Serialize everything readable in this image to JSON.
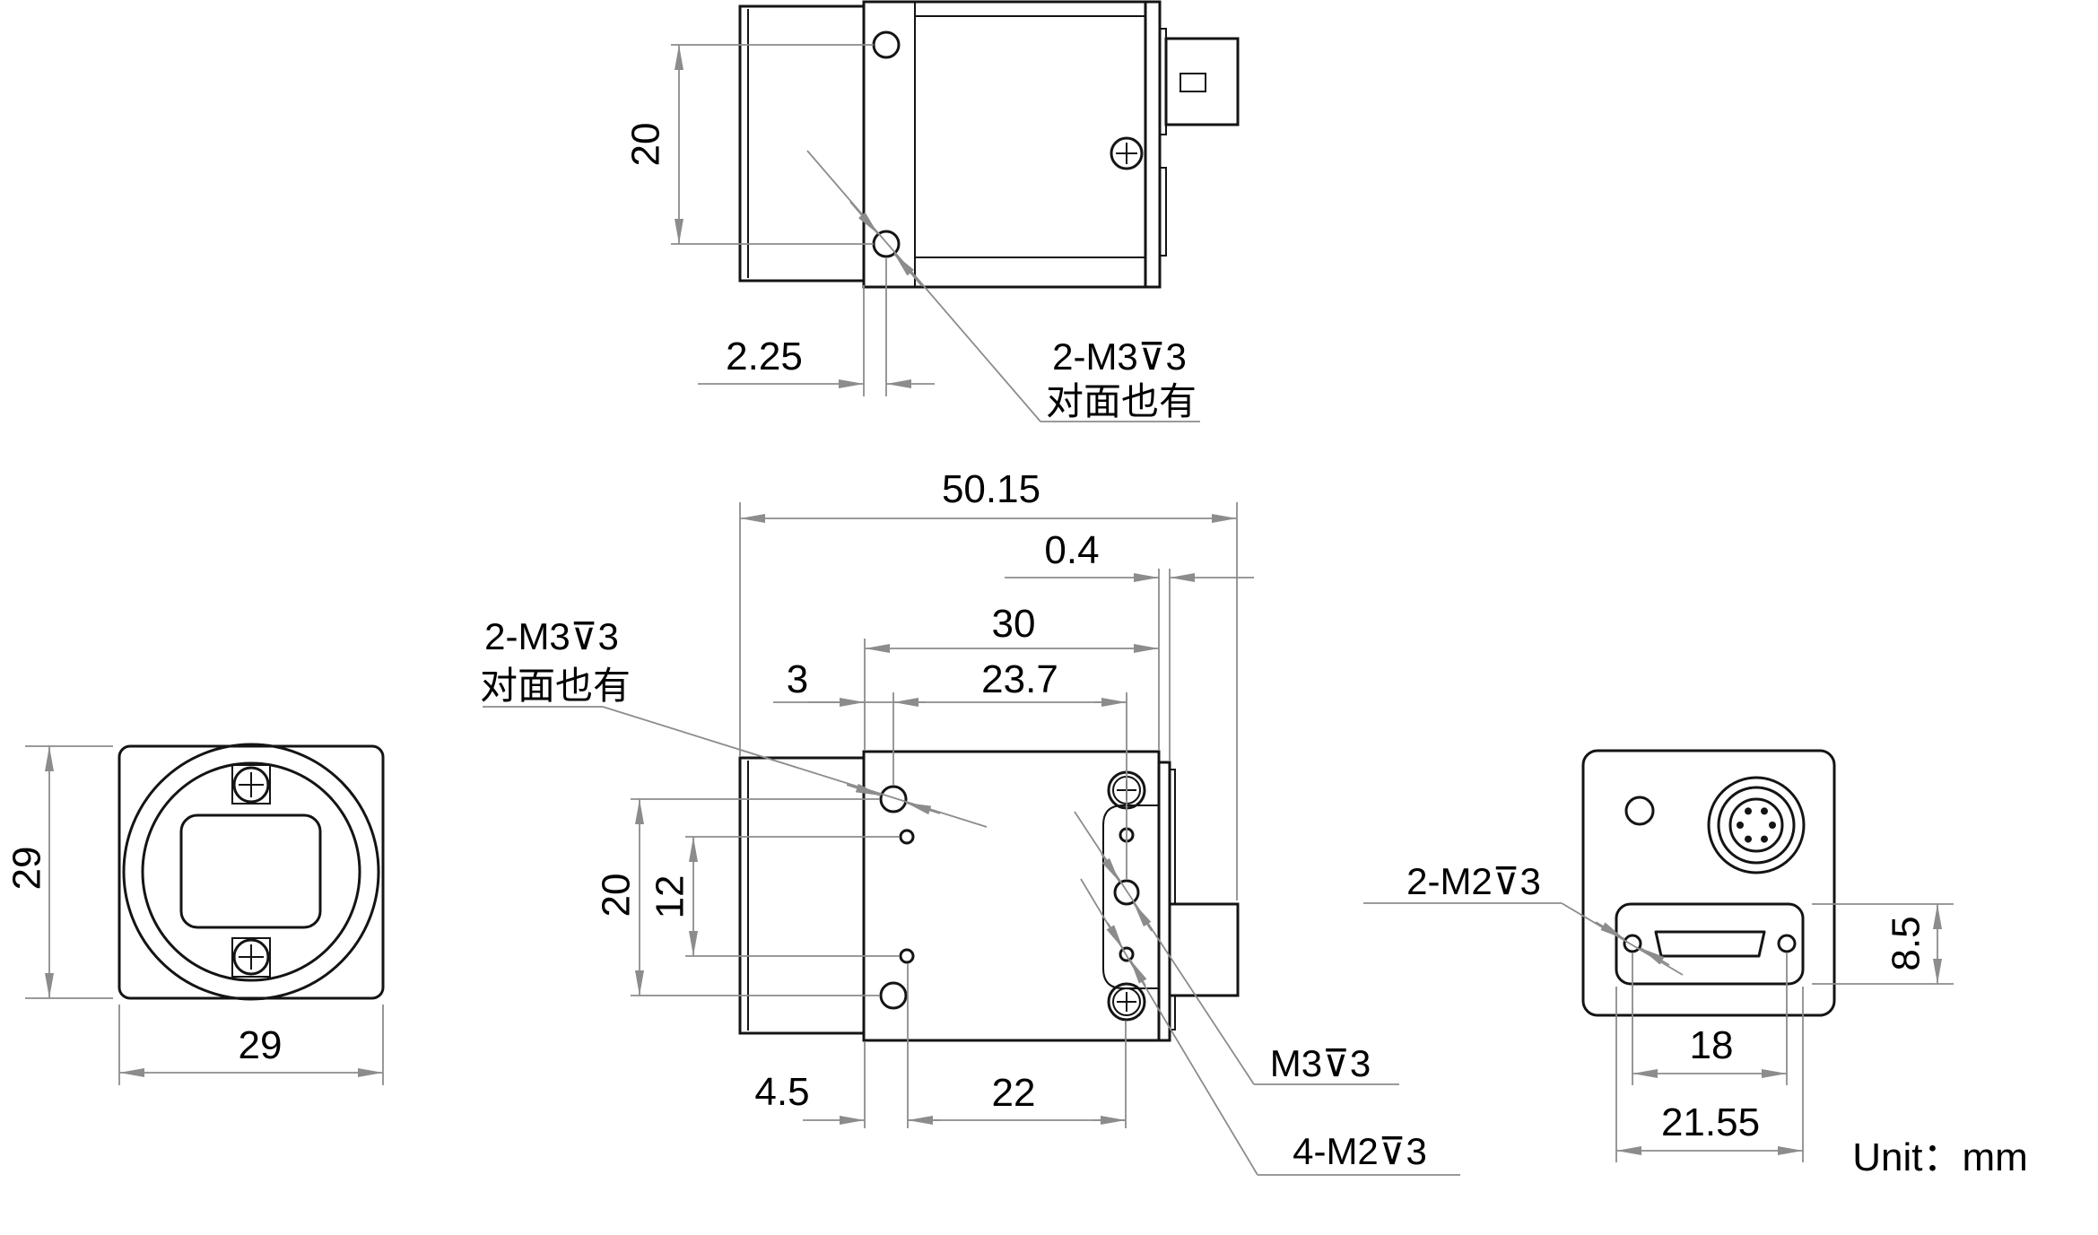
{
  "drawing_title": "camera-dimension-drawing",
  "colors": {
    "outline": "#141414",
    "dimension": "#8c8c8c",
    "text": "#000000",
    "background": "#ffffff"
  },
  "top_view": {
    "dim_hole_spacing": "20",
    "dim_hole_offset": "2.25",
    "thread_note_line1": "2-M3⊽3",
    "thread_note_line2": "对面也有"
  },
  "front_view": {
    "dim_height": "29",
    "dim_width": "29"
  },
  "side_view": {
    "dim_total_length": "50.15",
    "dim_rear_step": "0.4",
    "dim_body_depth": "30",
    "dim_hole_span": "23.7",
    "dim_front_hole_offset": "3",
    "dim_hole_spacing_v": "20",
    "dim_small_hole_spacing": "12",
    "dim_front_offset": "4.5",
    "dim_side_hole_span": "22",
    "thread_note_line1": "2-M3⊽3",
    "thread_note_line2": "对面也有",
    "thread_note_m3": "M3⊽3",
    "thread_note_4m2": "4-M2⊽3"
  },
  "back_view": {
    "dim_connector_height": "8.5",
    "dim_screw_span": "18",
    "dim_recess_width": "21.55",
    "thread_note_2m2": "2-M2⊽3"
  },
  "footer": {
    "unit_note": "Unit：mm"
  }
}
